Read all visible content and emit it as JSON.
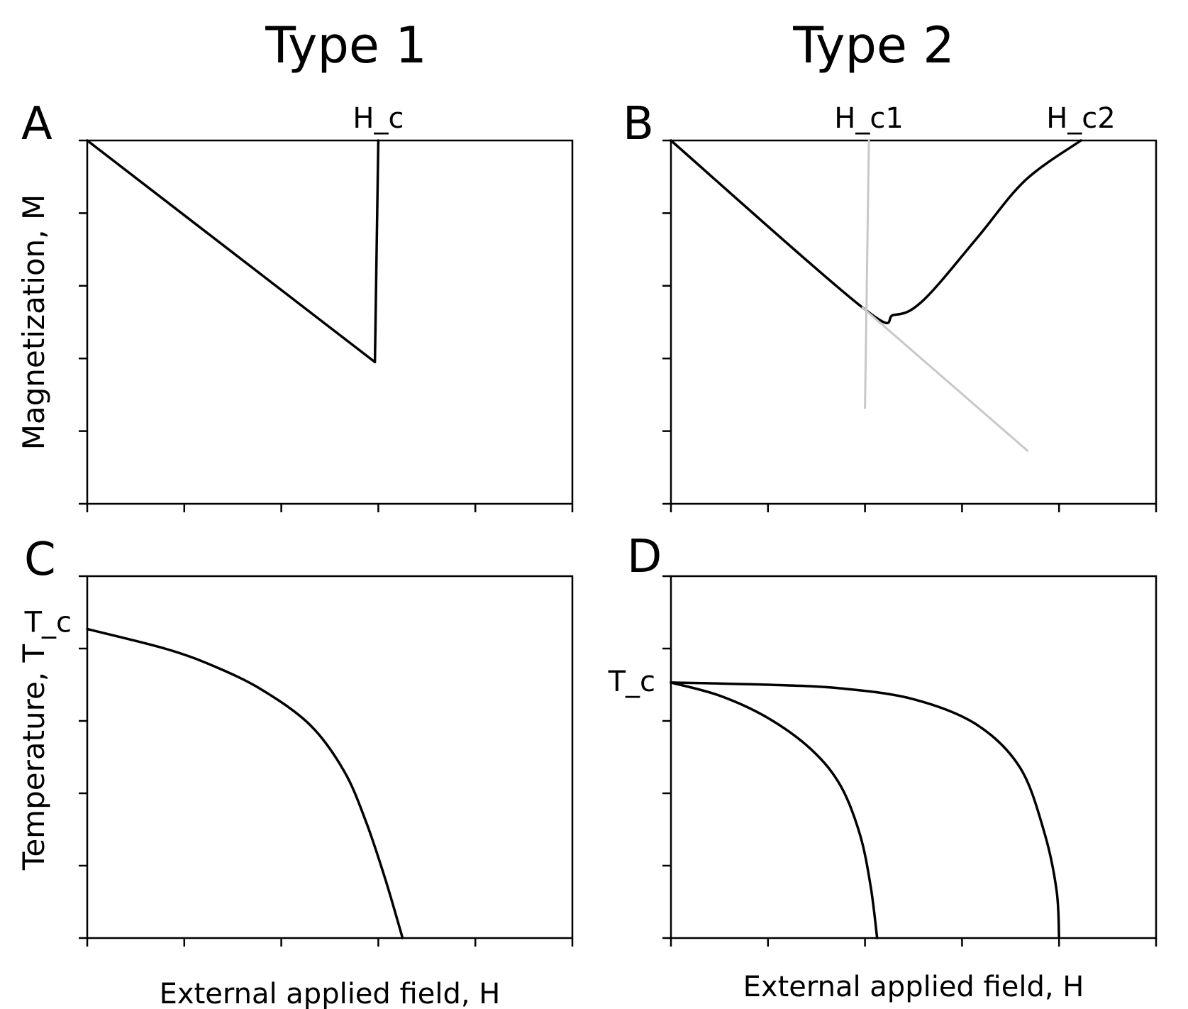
{
  "column_titles": {
    "left": "Type 1",
    "right": "Type 2"
  },
  "colors": {
    "main_curve": "#000000",
    "guide_line": "#c8c8c8",
    "axes": "#000000",
    "background": "#ffffff"
  },
  "chart_data": [
    {
      "panel": "A",
      "type": "line",
      "ylabel": "Magnetization, M",
      "xlabel": "",
      "xlim": [
        0,
        10
      ],
      "ylim": [
        -5,
        0
      ],
      "grid": false,
      "annotations": [
        {
          "text": "H_c",
          "x": 6
        }
      ],
      "series": [
        {
          "style": "main",
          "points": [
            [
              0,
              0
            ],
            [
              5.93,
              -3.05
            ],
            [
              6.0,
              0
            ]
          ]
        }
      ]
    },
    {
      "panel": "B",
      "type": "line",
      "ylabel": "",
      "xlabel": "",
      "xlim": [
        0,
        10
      ],
      "ylim": [
        -5,
        0
      ],
      "grid": false,
      "annotations": [
        {
          "text": "H_c1",
          "x": 4.08
        },
        {
          "text": "H_c2",
          "x": 8.45
        }
      ],
      "series": [
        {
          "style": "main",
          "points": [
            [
              0,
              0
            ],
            [
              3.95,
              -2.3
            ],
            [
              4.6,
              -2.4
            ],
            [
              5.2,
              -2.2
            ],
            [
              6.3,
              -1.35
            ],
            [
              7.3,
              -0.55
            ],
            [
              8.45,
              0
            ]
          ]
        },
        {
          "style": "guide",
          "points": [
            [
              4.08,
              0
            ],
            [
              4.0,
              -3.68
            ]
          ]
        },
        {
          "style": "guide",
          "points": [
            [
              3.95,
              -2.3
            ],
            [
              7.35,
              -4.27
            ]
          ]
        }
      ]
    },
    {
      "panel": "C",
      "type": "line",
      "ylabel": "Temperature, T",
      "xlabel": "External applied field, H",
      "xlim": [
        0,
        10
      ],
      "ylim": [
        0,
        5
      ],
      "grid": false,
      "annotations": [
        {
          "text": "T_c",
          "y": 4.37
        }
      ],
      "series": [
        {
          "style": "main",
          "points": [
            [
              0,
              4.27
            ],
            [
              1.6,
              4.0
            ],
            [
              2.6,
              3.76
            ],
            [
              3.6,
              3.43
            ],
            [
              4.6,
              2.94
            ],
            [
              5.3,
              2.3
            ],
            [
              5.75,
              1.6
            ],
            [
              6.15,
              0.8
            ],
            [
              6.5,
              0
            ]
          ]
        }
      ]
    },
    {
      "panel": "D",
      "type": "line",
      "ylabel": "",
      "xlabel": "External applied field, H",
      "xlim": [
        0,
        10
      ],
      "ylim": [
        0,
        5
      ],
      "grid": false,
      "annotations": [
        {
          "text": "T_c",
          "y": 3.55
        }
      ],
      "series": [
        {
          "style": "main",
          "points": [
            [
              0,
              3.53
            ],
            [
              1.0,
              3.35
            ],
            [
              2.0,
              3.04
            ],
            [
              2.9,
              2.6
            ],
            [
              3.5,
              2.1
            ],
            [
              3.9,
              1.42
            ],
            [
              4.12,
              0.7
            ],
            [
              4.25,
              0
            ]
          ]
        },
        {
          "style": "main",
          "points": [
            [
              0,
              3.53
            ],
            [
              2.0,
              3.5
            ],
            [
              3.5,
              3.45
            ],
            [
              5.0,
              3.3
            ],
            [
              6.3,
              2.95
            ],
            [
              7.2,
              2.35
            ],
            [
              7.7,
              1.45
            ],
            [
              7.95,
              0.65
            ],
            [
              8.0,
              0
            ]
          ]
        }
      ]
    }
  ]
}
